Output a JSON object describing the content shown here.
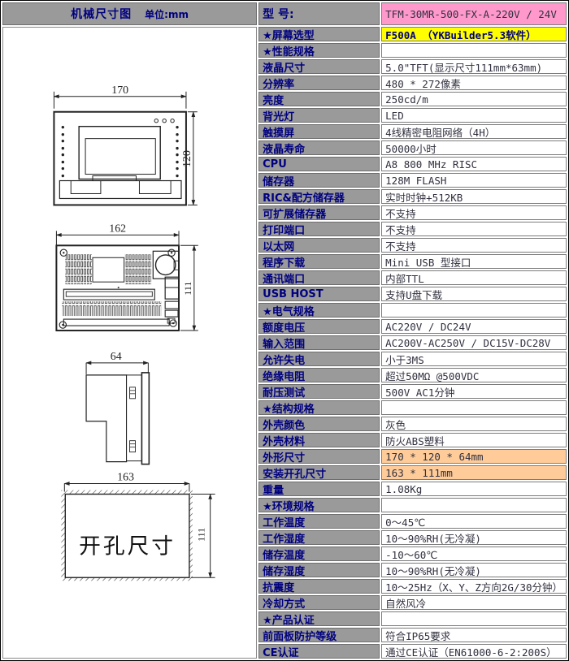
{
  "left_panel": {
    "header": {
      "title": "机械尺寸图",
      "unit": "单位:mm"
    },
    "drawings": {
      "front": {
        "w": "170",
        "h": "120"
      },
      "back": {
        "w": "162",
        "h": "111"
      },
      "side": {
        "d": "64"
      },
      "cutout": {
        "w": "163",
        "h": "111",
        "label": "开孔尺寸"
      }
    }
  },
  "spec_table": {
    "model": {
      "label": "型  号:",
      "value": "TFM-30MR-500-FX-A-220V / 24V"
    },
    "rows": [
      {
        "label": "★屏幕选型",
        "value": "F500A （YKBuilder5.3软件）",
        "type": "yellow"
      },
      {
        "label": "★性能规格",
        "value": "",
        "type": "section"
      },
      {
        "label": "液晶尺寸",
        "value": "5.0\"TFT(显示尺寸111mm*63mm)"
      },
      {
        "label": "分辨率",
        "value": "480 * 272像素"
      },
      {
        "label": "亮度",
        "value": "250cd/m"
      },
      {
        "label": "背光灯",
        "value": "LED"
      },
      {
        "label": "触摸屏",
        "value": "4线精密电阻网络（4H）"
      },
      {
        "label": "液晶寿命",
        "value": "50000小时"
      },
      {
        "label": "CPU",
        "value": "A8 800 MHz RISC"
      },
      {
        "label": "储存器",
        "value": "128M FLASH"
      },
      {
        "label": "RIC&配方储存器",
        "value": "实时时钟+512KB"
      },
      {
        "label": "可扩展储存器",
        "value": "不支持"
      },
      {
        "label": "打印端口",
        "value": "不支持"
      },
      {
        "label": "以太网",
        "value": "不支持"
      },
      {
        "label": "程序下载",
        "value": "Mini USB 型接口"
      },
      {
        "label": "通讯端口",
        "value": "内部TTL"
      },
      {
        "label": "USB HOST",
        "value": "支持U盘下载"
      },
      {
        "label": "★电气规格",
        "value": "",
        "type": "section"
      },
      {
        "label": "额度电压",
        "value": "AC220V / DC24V"
      },
      {
        "label": "输入范围",
        "value": "AC200V-AC250V / DC15V-DC28V"
      },
      {
        "label": "允许失电",
        "value": "小于3MS"
      },
      {
        "label": "绝缘电阻",
        "value": "超过50MΩ @500VDC"
      },
      {
        "label": "耐压测试",
        "value": "500V AC1分钟"
      },
      {
        "label": "★结构规格",
        "value": "",
        "type": "section"
      },
      {
        "label": "外壳颜色",
        "value": "灰色"
      },
      {
        "label": "外壳材料",
        "value": "防火ABS塑料"
      },
      {
        "label": "外形尺寸",
        "value": "170 * 120 * 64mm",
        "type": "orange"
      },
      {
        "label": "安装开孔尺寸",
        "value": "163 * 111mm",
        "type": "orange"
      },
      {
        "label": "重量",
        "value": "1.08Kg"
      },
      {
        "label": "★环境规格",
        "value": "",
        "type": "section"
      },
      {
        "label": "工作温度",
        "value": "0～45℃"
      },
      {
        "label": "工作湿度",
        "value": "10～90%RH(无冷凝)"
      },
      {
        "label": "储存温度",
        "value": "-10～60℃"
      },
      {
        "label": "储存湿度",
        "value": "10～90%RH(无冷凝)"
      },
      {
        "label": "抗震度",
        "value": "10～25Hz（X、Y、Z方向2G/30分钟）"
      },
      {
        "label": "冷却方式",
        "value": "自然风冷"
      },
      {
        "label": "★产品认证",
        "value": "",
        "type": "section"
      },
      {
        "label": "前面板防护等级",
        "value": "符合IP65要求"
      },
      {
        "label": "CE认证",
        "value": "通过CE认证（EN61000-6-2:200S）"
      }
    ]
  },
  "colors": {
    "label_bg": "#9a9a9a",
    "label_text": "#00007f",
    "model_value_bg": "#ff99cc",
    "screen_type_bg": "#ffff00",
    "dimension_rows_bg": "#ffcc99"
  }
}
